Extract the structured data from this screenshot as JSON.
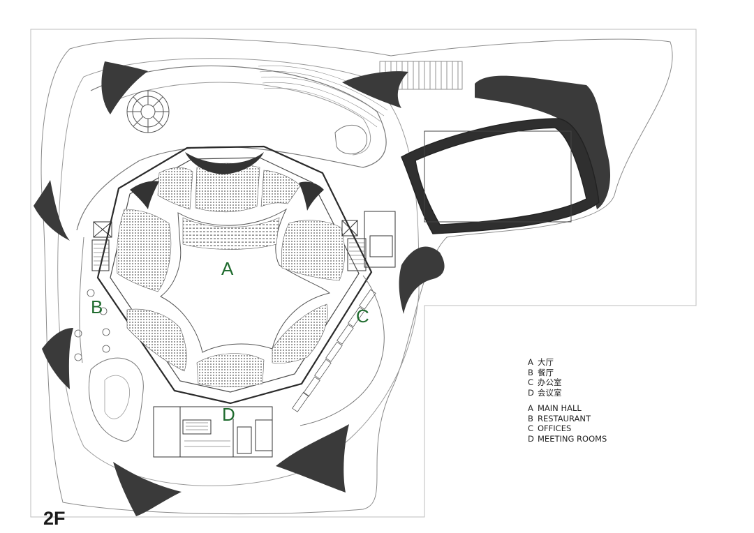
{
  "floor_label": "2F",
  "zones": {
    "a": "A",
    "b": "B",
    "c": "C",
    "d": "D"
  },
  "legend_cn": [
    {
      "key": "A",
      "text": "大厅"
    },
    {
      "key": "B",
      "text": "餐厅"
    },
    {
      "key": "C",
      "text": "办公室"
    },
    {
      "key": "D",
      "text": "会议室"
    }
  ],
  "legend_en": [
    {
      "key": "A",
      "text": "MAIN HALL"
    },
    {
      "key": "B",
      "text": "RESTAURANT"
    },
    {
      "key": "C",
      "text": "OFFICES"
    },
    {
      "key": "D",
      "text": "MEETING ROOMS"
    }
  ],
  "colors": {
    "zone_label": "#1f6b2e",
    "solid_wing": "#3a3a3a",
    "line": "#333333"
  }
}
